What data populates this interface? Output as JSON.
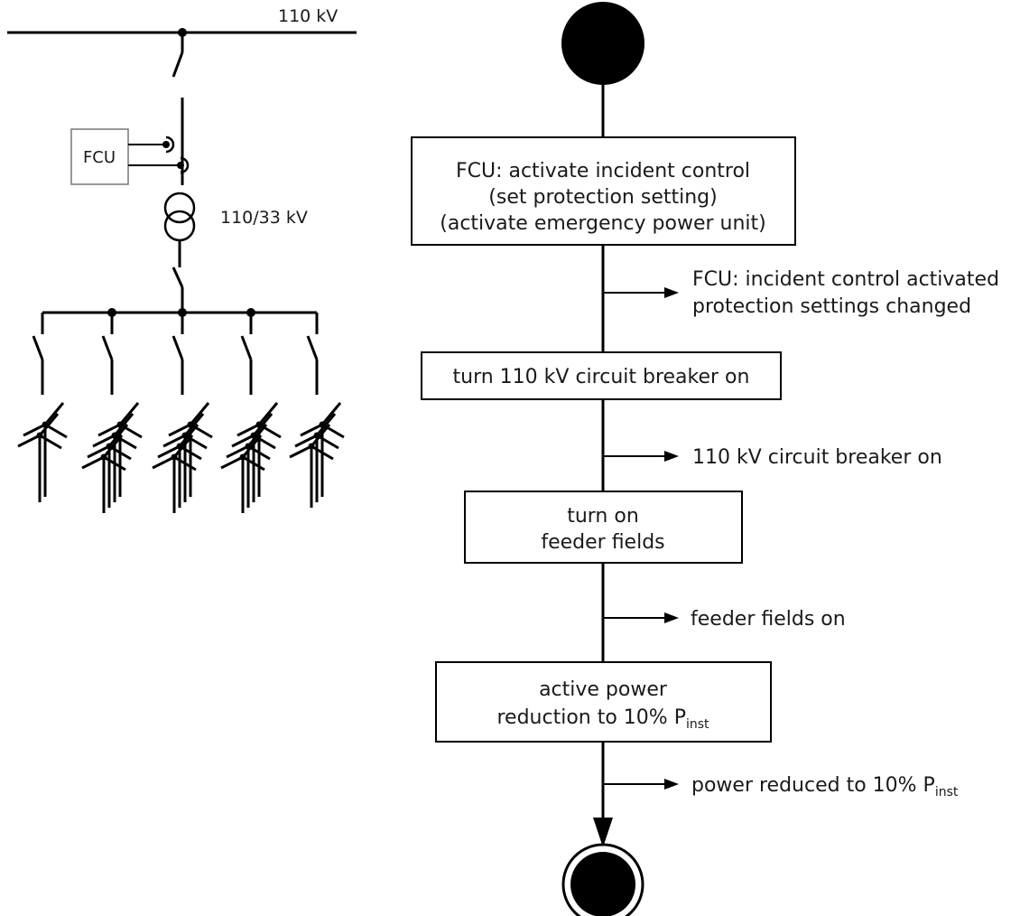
{
  "single_line": {
    "busbar_label": "110 kV",
    "fcu_label": "FCU",
    "transformer_label": "110/33 kV"
  },
  "flowchart": {
    "steps": [
      {
        "lines": [
          "FCU: activate incident control",
          "(set protection setting)",
          "(activate emergency power unit)"
        ]
      },
      {
        "lines": [
          "turn 110 kV circuit breaker on"
        ]
      },
      {
        "lines": [
          "turn on",
          "feeder fields"
        ]
      },
      {
        "lines": [
          "active power",
          "reduction to 10% P"
        ],
        "subscript": "inst"
      }
    ],
    "signals": [
      {
        "lines": [
          "FCU: incident control activated",
          "protection settings changed"
        ]
      },
      {
        "lines": [
          "110 kV circuit breaker on"
        ]
      },
      {
        "lines": [
          "feeder fields on"
        ]
      },
      {
        "lines": [
          "power reduced to 10% P"
        ],
        "subscript": "inst"
      }
    ]
  }
}
